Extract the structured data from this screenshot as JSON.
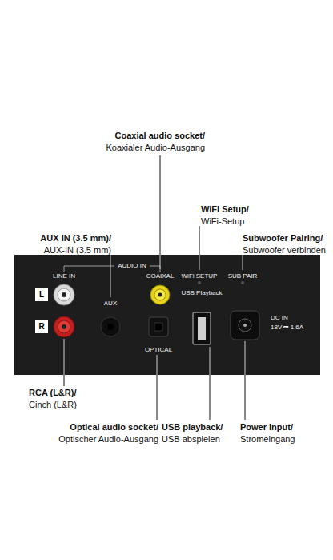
{
  "diagram": {
    "nodes": [
      {
        "text": [
          "L"
        ]
      },
      {
        "text": [
          "R"
        ]
      }
    ],
    "labels": [
      "Coaxial audio socket/",
      "Koaxialer Audio-Ausgang",
      "WiFi Setup/",
      "WiFi-Setup",
      "AUX IN (3.5 mm)/",
      "AUX-IN (3.5 mm)",
      "Subwoofer Pairing/",
      "Subwoofer verbinden",
      "AUDIO IN",
      "LINE IN",
      "COAIXAL",
      "WiFi SETUP",
      "SUB PAIR",
      "USB Playback",
      "AUX",
      "DC IN",
      "18V ⎓ 1.6A",
      "OPTICAL",
      "RCA (L&R)/",
      "Cinch (L&R)",
      "Optical audio socket/",
      "Optischer Audio-Ausgang",
      "USB playback/",
      "USB abspielen",
      "Power input/",
      "Stromeingang"
    ]
  }
}
